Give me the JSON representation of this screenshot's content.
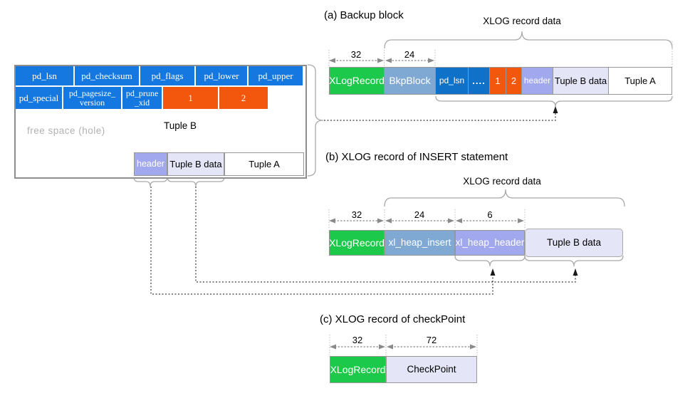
{
  "page_table": {
    "row1": [
      "pd_lsn",
      "pd_checksum",
      "pd_flags",
      "pd_lower",
      "pd_upper"
    ],
    "row2": [
      "pd_special",
      "pd_pagesize_\nversion",
      "pd_prune\n_xid"
    ],
    "item_pointers": [
      "1",
      "2"
    ],
    "free_space": "free space (hole)",
    "tuple_b_brace_label": "Tuple B",
    "tuples": [
      "header",
      "Tuple B data",
      "Tuple A"
    ]
  },
  "sections": {
    "a": {
      "title": "(a) Backup block",
      "record_data_label": "XLOG record data",
      "sizes": [
        "32",
        "24"
      ],
      "blocks": [
        "XLogRecord",
        "BkpBlock",
        "pd_lsn",
        "....",
        "1",
        "2",
        "header",
        "Tuple B data",
        "Tuple A"
      ]
    },
    "b": {
      "title": "(b) XLOG record of INSERT statement",
      "record_data_label": "XLOG record data",
      "sizes": [
        "32",
        "24",
        "6"
      ],
      "blocks": [
        "XLogRecord",
        "xl_heap_insert",
        "xl_heap_header",
        "Tuple B data"
      ]
    },
    "c": {
      "title": "(c) XLOG record of checkPoint",
      "sizes": [
        "32",
        "72"
      ],
      "blocks": [
        "XLogRecord",
        "CheckPoint"
      ]
    }
  },
  "colors": {
    "page_blue": "#1478E0",
    "record_blue": "#0F72C8",
    "orange": "#F3570D",
    "green": "#1CC94A",
    "steel_blue": "#7FA8D2",
    "periwinkle": "#A2A8EE",
    "lavender": "#E4E6F7"
  }
}
